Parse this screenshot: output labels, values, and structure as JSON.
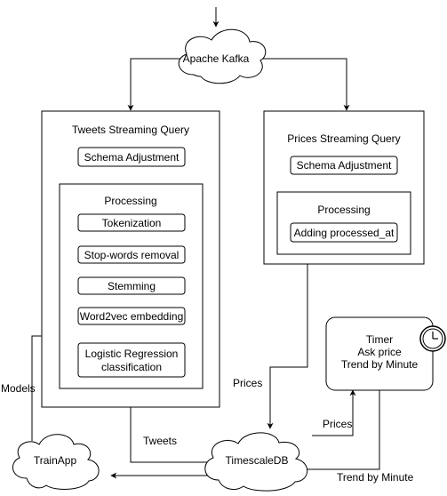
{
  "nodes": {
    "kafka": "Apache Kafka",
    "tweets_query": "Tweets Streaming Query",
    "tweets_schema": "Schema Adjustment",
    "tweets_processing": "Processing",
    "tokenization": "Tokenization",
    "stopwords": "Stop-words removal",
    "stemming": "Stemming",
    "word2vec": "Word2vec embedding",
    "logreg_line1": "Logistic Regression",
    "logreg_line2": "classification",
    "prices_query": "Prices Streaming Query",
    "prices_schema": "Schema Adjustment",
    "prices_processing": "Processing",
    "processed_at": "Adding processed_at",
    "timer_line1": "Timer",
    "timer_line2": "Ask price",
    "timer_line3": "Trend by Minute",
    "trainapp": "TrainApp",
    "timescale": "TimescaleDB"
  },
  "edge_labels": {
    "models": "Models",
    "prices_down": "Prices",
    "prices_up": "Prices",
    "tweets": "Tweets",
    "trend": "Trend by Minute"
  },
  "icons": {
    "clock": "clock-icon"
  }
}
